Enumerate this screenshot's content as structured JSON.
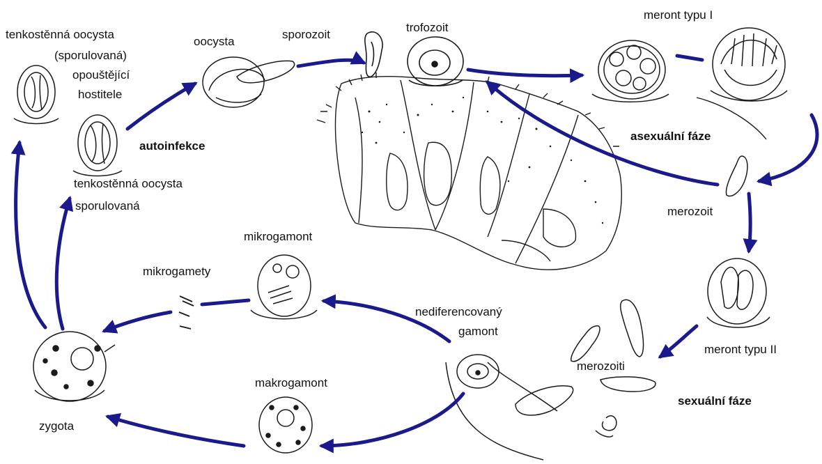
{
  "labels": {
    "tenkostenna_opousteci_1": "tenkostěnná oocysta",
    "tenkostenna_opousteci_2": "(sporulovaná)",
    "tenkostenna_opousteci_3": "opouštějící",
    "tenkostenna_opousteci_4": "hostitele",
    "oocysta": "oocysta",
    "sporozoit": "sporozoit",
    "trofozoit": "trofozoit",
    "meront_typu_1": "meront typu I",
    "autoinfekce": "autoinfekce",
    "asexualni_faze": "asexuální fáze",
    "tenkostenna_sporulovana_1": "tenkostěnná oocysta",
    "tenkostenna_sporulovana_2": "sporulovaná",
    "merozoit": "merozoit",
    "mikrogamont": "mikrogamont",
    "mikrogamety": "mikrogamety",
    "nediferencovany_1": "nediferencovaný",
    "nediferencovany_2": "gamont",
    "meront_typu_2": "meront typu II",
    "merozoiti": "merozoiti",
    "makrogamont": "makrogamont",
    "sexualni_faze": "sexuální fáze",
    "zygota": "zygota"
  },
  "colors": {
    "arrow": "#1a1a8c",
    "ink": "#1a1a1a",
    "text": "#111111"
  },
  "icons": {
    "oocyst": "oocyst-drawing-icon",
    "sporozoite": "sporozoite-drawing-icon",
    "trophozoite": "trophozoite-drawing-icon",
    "meront": "meront-drawing-icon",
    "merozoite": "merozoite-drawing-icon",
    "gamont": "gamont-drawing-icon",
    "zygote": "zygote-drawing-icon"
  }
}
